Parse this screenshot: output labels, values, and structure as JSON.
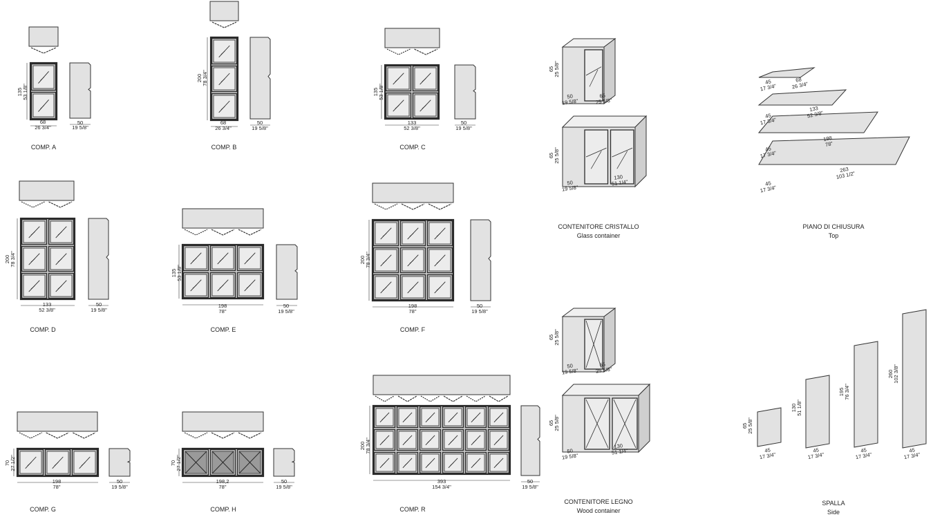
{
  "colors": {
    "panel": "#e2e2e2",
    "panel_dark": "#cfcfcf",
    "glass": "#ececec",
    "frame": "#2b2b2b",
    "line": "#333333"
  },
  "compositions": [
    {
      "key": "a",
      "label": "COMP. A",
      "width": "68",
      "width_in": "26 3/4\"",
      "height": "135",
      "height_in": "53 1/8\"",
      "depth": "50",
      "depth_in": "19 5/8\""
    },
    {
      "key": "b",
      "label": "COMP. B",
      "width": "68",
      "width_in": "26 3/4\"",
      "height": "200",
      "height_in": "78 3/4\"",
      "depth": "50",
      "depth_in": "19 5/8\""
    },
    {
      "key": "c",
      "label": "COMP. C",
      "width": "133",
      "width_in": "52 3/8\"",
      "height": "135",
      "height_in": "53 1/8\"",
      "depth": "50",
      "depth_in": "19 5/8\""
    },
    {
      "key": "d",
      "label": "COMP. D",
      "width": "133",
      "width_in": "52 3/8\"",
      "height": "200",
      "height_in": "78 3/4\"",
      "depth": "50",
      "depth_in": "19 5/8\""
    },
    {
      "key": "e",
      "label": "COMP. E",
      "width": "198",
      "width_in": "78\"",
      "height": "135",
      "height_in": "53 1/8\"",
      "depth": "50",
      "depth_in": "19 5/8\""
    },
    {
      "key": "f",
      "label": "COMP. F",
      "width": "198",
      "width_in": "78\"",
      "height": "200",
      "height_in": "78 3/4\"",
      "depth": "50",
      "depth_in": "19 5/8\""
    },
    {
      "key": "g",
      "label": "COMP. G",
      "width": "198",
      "width_in": "78\"",
      "height": "70",
      "height_in": "27 1/2\"",
      "depth": "50",
      "depth_in": "19 5/8\""
    },
    {
      "key": "h",
      "label": "COMP. H",
      "width": "198,2",
      "width_in": "78\"",
      "height": "70",
      "height_in": "27 1/2\"",
      "depth": "50",
      "depth_in": "19 5/8\""
    },
    {
      "key": "r",
      "label": "COMP. R",
      "width": "393",
      "width_in": "154 3/4\"",
      "height": "200",
      "height_in": "78 3/4\"",
      "depth": "50",
      "depth_in": "19 5/8\""
    }
  ],
  "glass_container": {
    "title": "CONTENITORE CRISTALLO",
    "subtitle": "Glass container",
    "small": {
      "height": "65",
      "height_in": "25 5/8\"",
      "depth": "50",
      "depth_in": "19 5/8\"",
      "width": "65",
      "width_in": "25 5/8\""
    },
    "large": {
      "height": "65",
      "height_in": "25 5/8\"",
      "depth": "50",
      "depth_in": "19 5/8\"",
      "width": "130",
      "width_in": "51 1/4\""
    }
  },
  "wood_container": {
    "title": "CONTENITORE LEGNO",
    "subtitle": "Wood container",
    "small": {
      "height": "65",
      "height_in": "25 5/8\"",
      "depth": "50",
      "depth_in": "19 5/8\"",
      "width": "65",
      "width_in": "25 5/8\""
    },
    "large": {
      "height": "65",
      "height_in": "25 5/8\"",
      "depth": "50",
      "depth_in": "19 5/8\"",
      "width": "130",
      "width_in": "51 1/4\""
    }
  },
  "top": {
    "title": "PIANO DI CHIUSURA",
    "subtitle": "Top",
    "items": [
      {
        "depth": "45",
        "depth_in": "17 3/4\"",
        "width": "68",
        "width_in": "26 3/4\""
      },
      {
        "depth": "45",
        "depth_in": "17 3/4\"",
        "width": "133",
        "width_in": "52 3/8\""
      },
      {
        "depth": "45",
        "depth_in": "17 3/4\"",
        "width": "198",
        "width_in": "78\""
      },
      {
        "depth": "45",
        "depth_in": "17 3/4\"",
        "width": "263",
        "width_in": "103 1/2\""
      }
    ]
  },
  "side": {
    "title": "SPALLA",
    "subtitle": "Side",
    "items": [
      {
        "height": "65",
        "height_in": "25 5/8\"",
        "depth": "45",
        "depth_in": "17 3/4\""
      },
      {
        "height": "130",
        "height_in": "51 1/8\"",
        "depth": "45",
        "depth_in": "17 3/4\""
      },
      {
        "height": "195",
        "height_in": "76 3/4\"",
        "depth": "45",
        "depth_in": "17 3/4\""
      },
      {
        "height": "260",
        "height_in": "102 3/8\"",
        "depth": "45",
        "depth_in": "17 3/4\""
      }
    ]
  }
}
